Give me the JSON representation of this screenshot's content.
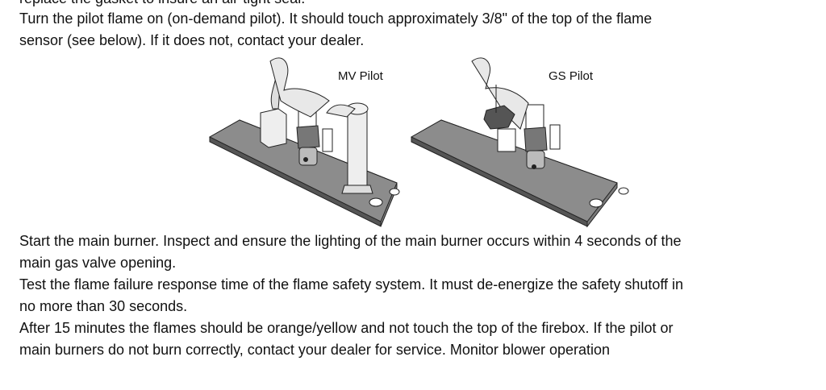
{
  "top_text": {
    "cut_line": "replace the gasket to insure an air-tight seal.",
    "lines": [
      "Turn the pilot flame on (on-demand pilot).  It should touch approximately 3/8\" of the top of the flame",
      "sensor (see below).  If it does not, contact your dealer."
    ]
  },
  "figure": {
    "labels": [
      "MV Pilot",
      "GS Pilot"
    ]
  },
  "bottom_text": {
    "lines": [
      "Start the main burner.  Inspect and ensure the lighting of the main burner occurs within 4 seconds of the",
      "main gas valve opening.",
      "Test the flame failure response time of the flame safety system. It must de-energize the safety shutoff in",
      "no more than 30 seconds.",
      "After 15 minutes the flames should be orange/yellow and not touch the top of the firebox.  If the pilot or",
      "main burners do not burn correctly, contact your dealer for service.  Monitor blower operation"
    ]
  }
}
